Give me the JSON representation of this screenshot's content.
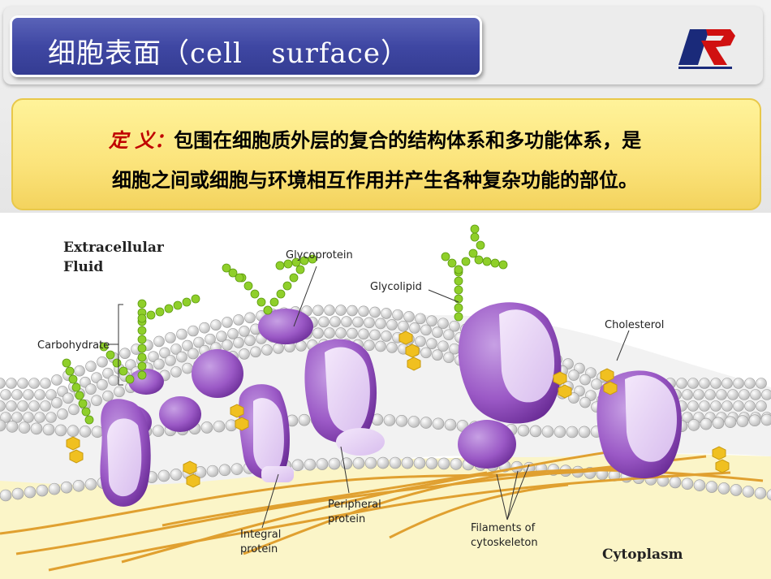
{
  "slide": {
    "title": "细胞表面（cell   surface）",
    "definition": {
      "label": "定 义：",
      "line1_text": "包围在细胞质外层的复合的结构体系和多功能体系，是",
      "line2_text": "细胞之间或细胞与环境相互作用并产生各种复杂功能的部位。"
    }
  },
  "diagram": {
    "labels": {
      "extracellular_line1": "Extracellular",
      "extracellular_line2": "Fluid",
      "glycoprotein": "Glycoprotein",
      "glycolipid": "Glycolipid",
      "carbohydrate": "Carbohydrate",
      "cholesterol": "Cholesterol",
      "peripheral_line1": "Peripheral",
      "peripheral_line2": "protein",
      "integral_line1": "Integral",
      "integral_line2": "protein",
      "filaments_line1": "Filaments of",
      "filaments_line2": "cytoskeleton",
      "cytoplasm": "Cytoplasm"
    },
    "colors": {
      "protein": "#9b59c6",
      "protein_light": "#e6cff4",
      "sugar": "#8fcf2a",
      "cholesterol": "#f0c020",
      "filament": "#e0a030",
      "lipid_head": "#e6e6e6",
      "extracellular_bg": "#ffffff",
      "cytoplasm_bg": "#fbf5c8"
    }
  }
}
